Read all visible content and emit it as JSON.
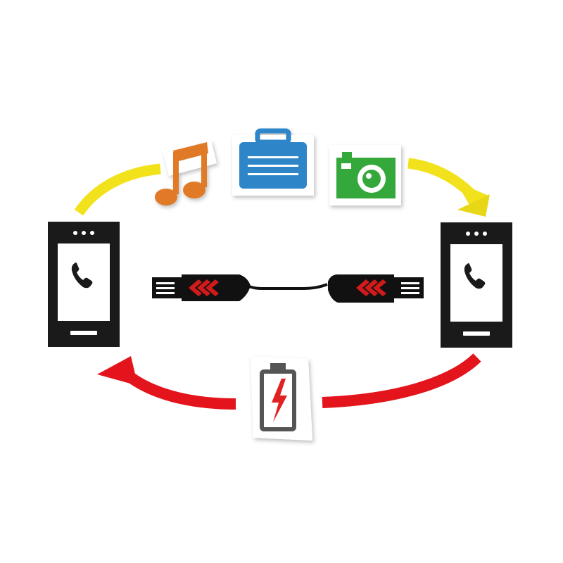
{
  "diagram": {
    "nodes": [
      {
        "id": "left-phone",
        "icon": "smartphone-icon",
        "glyph": "phone-handset-icon"
      },
      {
        "id": "right-phone",
        "icon": "smartphone-icon",
        "glyph": "phone-handset-icon"
      },
      {
        "id": "cable",
        "icon": "usb-cable-icon"
      }
    ],
    "transfer_items": [
      {
        "icon": "music-note-icon",
        "color": "#e07a25"
      },
      {
        "icon": "briefcase-icon",
        "color": "#2d86c8"
      },
      {
        "icon": "camera-icon",
        "color": "#34a83a"
      }
    ],
    "charge_item": {
      "icon": "battery-charging-icon",
      "bolt_color": "#e02020"
    },
    "arrows": [
      {
        "name": "data-transfer-arrow",
        "direction": "left-to-right",
        "color": "#f2e21b"
      },
      {
        "name": "charging-arrow",
        "direction": "right-to-left",
        "color": "#e3141b"
      }
    ],
    "colors": {
      "phone_body": "#1a1a1a",
      "phone_screen": "#ffffff",
      "connector_accent": "#d11a1a",
      "cable": "#111111"
    }
  }
}
